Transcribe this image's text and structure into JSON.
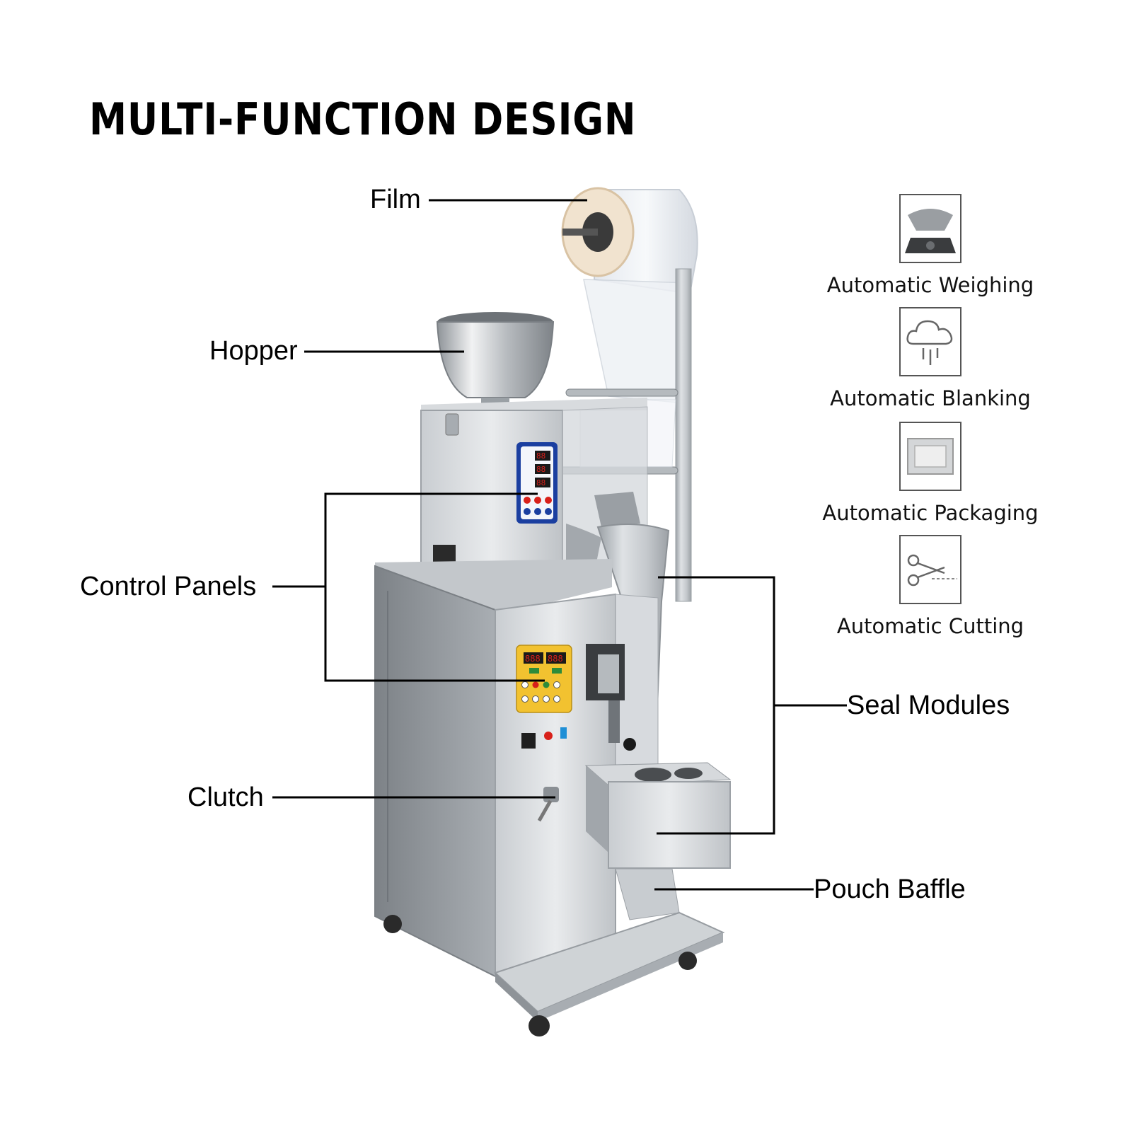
{
  "title": "MULTI-FUNCTION DESIGN",
  "callouts": {
    "film": "Film",
    "hopper": "Hopper",
    "control_panels": "Control Panels",
    "clutch": "Clutch",
    "seal_modules": "Seal Modules",
    "pouch_baffle": "Pouch Baffle"
  },
  "features": [
    {
      "label": "Automatic Weighing",
      "icon": "scale-icon"
    },
    {
      "label": "Automatic Blanking",
      "icon": "cloud-icon"
    },
    {
      "label": "Automatic Packaging",
      "icon": "package-icon"
    },
    {
      "label": "Automatic Cutting",
      "icon": "scissors-icon"
    }
  ],
  "colors": {
    "steel_light": "#e6e8ea",
    "steel_mid": "#b9bdc1",
    "steel_dark": "#8c9196",
    "panel_blue": "#1b3fa0",
    "panel_yellow": "#f2c230",
    "led_red": "#d8201a"
  }
}
